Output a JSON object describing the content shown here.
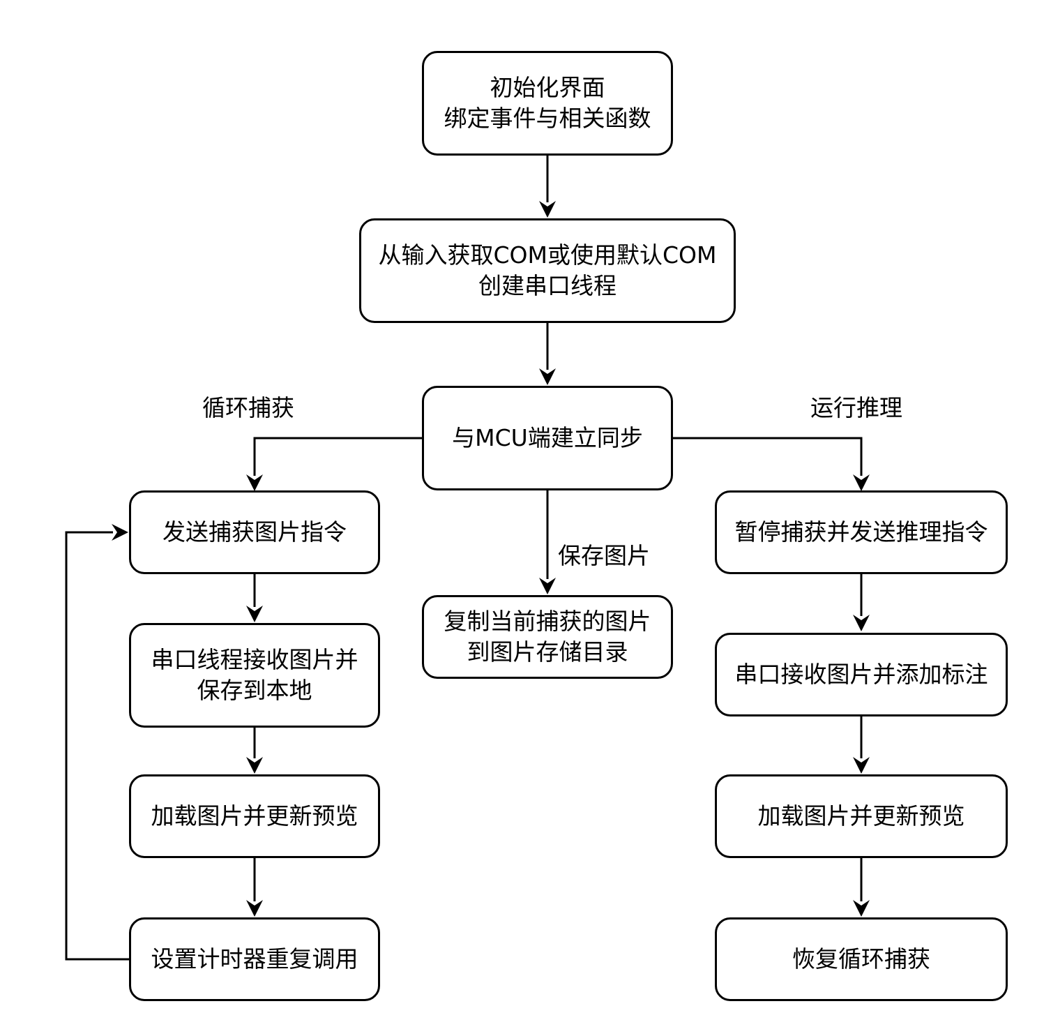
{
  "nodes": {
    "init": "初始化界面\n绑定事件与相关函数",
    "serial": "从输入获取COM或使用默认COM\n创建串口线程",
    "sync": "与MCU端建立同步",
    "send_capture": "发送捕获图片指令",
    "receive_save": "串口线程接收图片并\n保存到本地",
    "load_preview_left": "加载图片并更新预览",
    "timer": "设置计时器重复调用",
    "copy_image": "复制当前捕获的图片\n到图片存储目录",
    "pause_infer": "暂停捕获并发送推理指令",
    "receive_annotate": "串口接收图片并添加标注",
    "load_preview_right": "加载图片并更新预览",
    "resume": "恢复循环捕获"
  },
  "edge_labels": {
    "loop_capture": "循环捕获",
    "save_image": "保存图片",
    "run_inference": "运行推理"
  }
}
